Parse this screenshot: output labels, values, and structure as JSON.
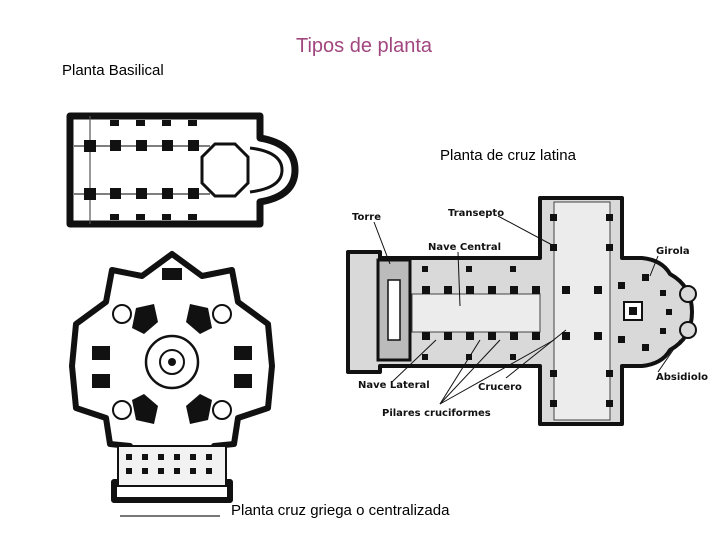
{
  "title": "Tipos de planta",
  "captions": {
    "basilical": "Planta Basilical",
    "latina": "Planta de cruz latina",
    "griega": "Planta cruz griega o centralizada"
  },
  "latin_labels": {
    "torre": "Torre",
    "transepto": "Transepto",
    "nave_central": "Nave Central",
    "girola": "Girola",
    "nave_lateral": "Nave Lateral",
    "crucero": "Crucero",
    "absidiolo": "Absidiolo",
    "pilares": "Pilares cruciformes"
  },
  "colors": {
    "title": "#a1467e",
    "plan_fill": "#d9d9d9",
    "plan_ink": "#111111"
  }
}
